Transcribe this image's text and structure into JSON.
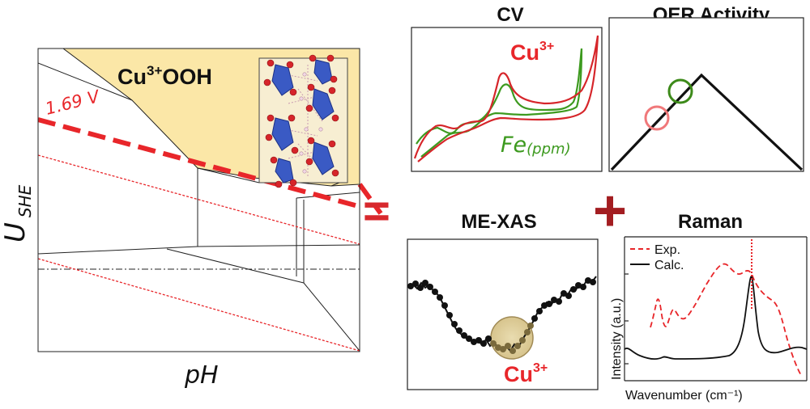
{
  "pourbaix": {
    "phase_label": "Cu",
    "phase_superscript": "3+",
    "phase_suffix": "OOH",
    "potential_label": "1.69 V",
    "y_axis_main": "U",
    "y_axis_sub": "SHE",
    "x_axis_label": "pH"
  },
  "equals_sign": "=",
  "plus_sign": "+",
  "cv": {
    "title": "CV",
    "label_cu": "Cu",
    "label_cu_sup": "3+",
    "label_fe": "Fe",
    "label_fe_sub": "(ppm)"
  },
  "oer": {
    "title": "OER Activity"
  },
  "mexas": {
    "title": "ME-XAS",
    "label_cu": "Cu",
    "label_cu_sup": "3+"
  },
  "raman": {
    "title": "Raman",
    "legend_exp": "Exp.",
    "legend_calc": "Calc.",
    "ylabel": "Intensity (a.u.)",
    "xlabel": "Wavenumber (cm⁻¹)"
  },
  "colors": {
    "red": "#e8262a",
    "green": "#3d9a1f",
    "yellow": "#fbe7a7",
    "cu_atom": "#2f4fb5",
    "o_atom": "#d6252a"
  }
}
